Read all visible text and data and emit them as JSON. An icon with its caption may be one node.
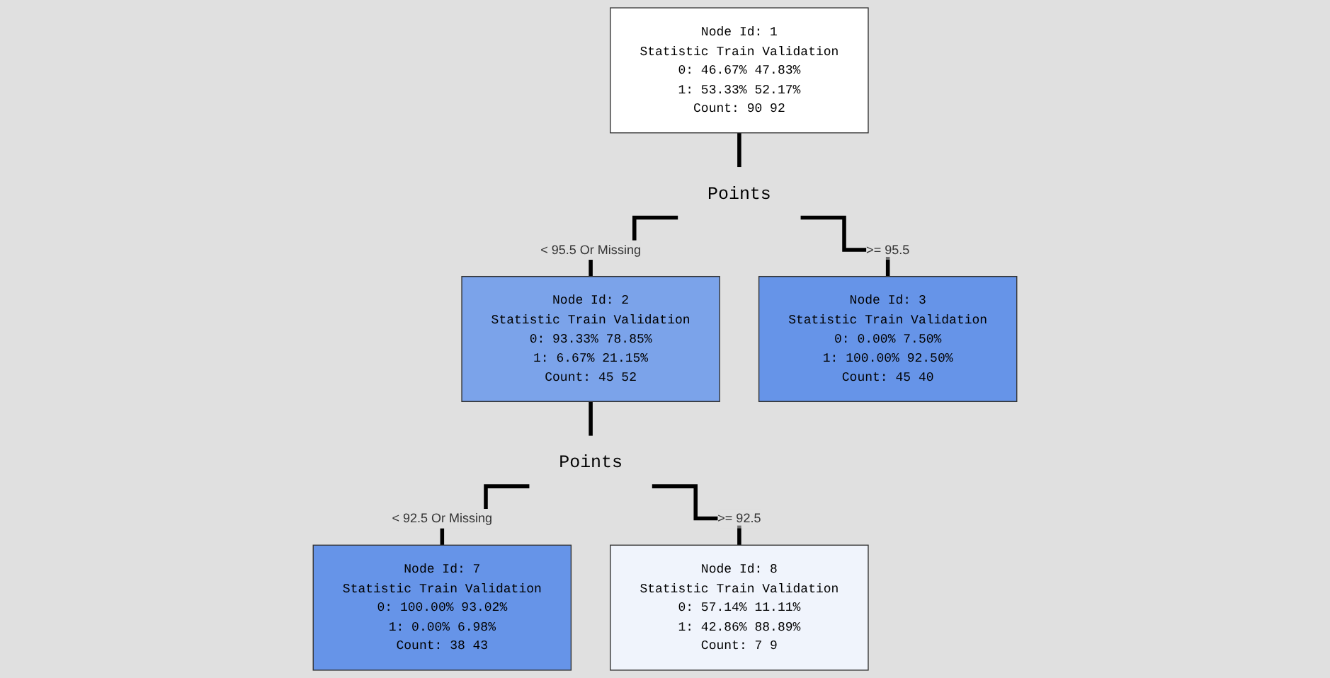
{
  "diagram": {
    "nodes": [
      {
        "text": [
          "Node Id: 1",
          "Statistic Train Validation",
          "0: 46.67% 47.83%",
          "1: 53.33% 52.17%",
          "Count: 90 92"
        ]
      },
      {
        "text": [
          "Points"
        ]
      },
      {
        "text": [
          "Node Id: 2",
          "Statistic Train Validation",
          "0: 93.33% 78.85%",
          "1: 6.67% 21.15%",
          "Count: 45 52"
        ]
      },
      {
        "text": [
          "Node Id: 3",
          "Statistic Train Validation",
          "0: 0.00% 7.50%",
          "1: 100.00% 92.50%",
          "Count: 45 40"
        ]
      },
      {
        "text": [
          "Points"
        ]
      },
      {
        "text": [
          "Node Id: 7",
          "Statistic Train Validation",
          "0: 100.00% 93.02%",
          "1: 0.00% 6.98%",
          "Count: 38 43"
        ]
      },
      {
        "text": [
          "Node Id: 8",
          "Statistic Train Validation",
          "0: 57.14% 11.11%",
          "1: 42.86% 88.89%",
          "Count: 7 9"
        ]
      }
    ],
    "edges": [
      {
        "from": 0,
        "to": 1,
        "arrow": "none"
      },
      {
        "from": 1,
        "to": 2,
        "arrow": "none",
        "label": "< 95.5 Or Missing"
      },
      {
        "from": 1,
        "to": 3,
        "arrow": "none",
        "label": ">= 95.5"
      },
      {
        "from": 2,
        "to": 4,
        "arrow": "none"
      },
      {
        "from": 4,
        "to": 5,
        "arrow": "none",
        "label": "< 92.5 Or Missing"
      },
      {
        "from": 4,
        "to": 6,
        "arrow": "none",
        "label": ">= 92.5"
      }
    ]
  }
}
